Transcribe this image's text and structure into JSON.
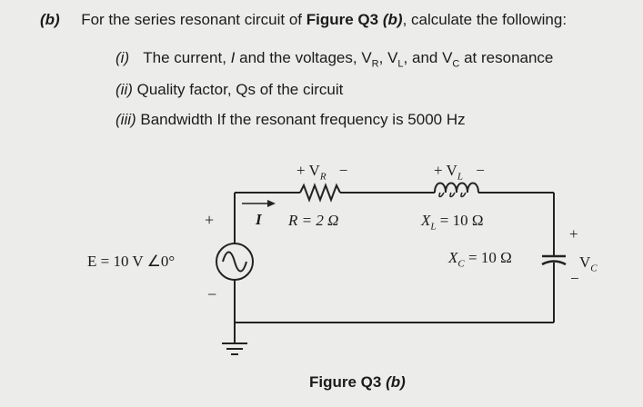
{
  "question": {
    "part_label": "(b)",
    "intro_text": "For the series resonant circuit of",
    "figure_ref": "Figure Q3",
    "figure_ref_part": "(b)",
    "intro_tail": ", calculate the following:",
    "items": [
      {
        "num": "(i)",
        "text_a": "The current,",
        "var_i": "I",
        "text_b": "and the voltages, V",
        "sub_r": "R",
        "sep1": ", V",
        "sub_l": "L",
        "sep2": ", and V",
        "sub_c": "C",
        "text_c": " at resonance"
      },
      {
        "num": "(ii)",
        "text": "Quality factor, Qs of the circuit"
      },
      {
        "num": "(iii)",
        "text": "Bandwidth If the resonant frequency is 5000 Hz"
      }
    ]
  },
  "circuit": {
    "source_label": "E  =  10 V ∠0°",
    "source_plus": "+",
    "source_minus": "−",
    "current_label": "I",
    "vr_label": "+ V",
    "vr_sub": "R",
    "vr_minus": "−",
    "resistor_label": "R  =  2 Ω",
    "vl_label": "+ V",
    "vl_sub": "L",
    "vl_minus": "−",
    "xl_label": "X",
    "xl_sub": "L",
    "xl_value": "  =  10 Ω",
    "xc_label": "X",
    "xc_sub": "C",
    "xc_value": "  =  10 Ω",
    "vc_plus": "+",
    "vc_label": "V",
    "vc_sub": "C",
    "vc_minus": "−"
  },
  "caption": {
    "text": "Figure Q3",
    "part": "(b)"
  }
}
